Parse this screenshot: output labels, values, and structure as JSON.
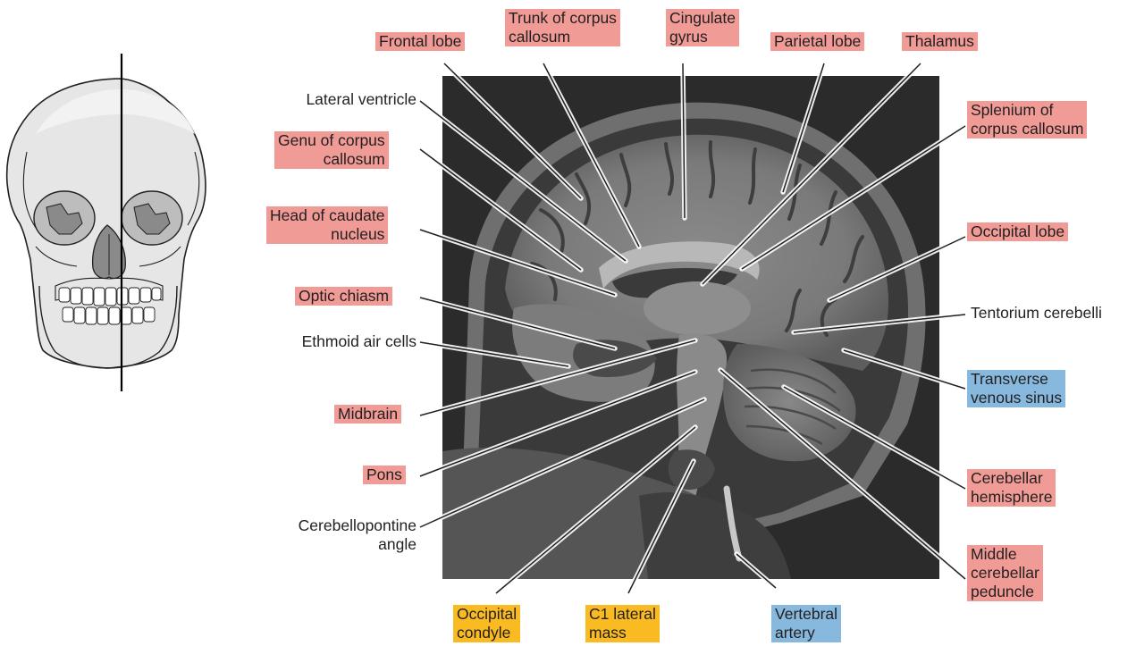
{
  "colors": {
    "pink": "#f09b96",
    "blue": "#87b9de",
    "yellow": "#f9bb21",
    "mri_background": "#2b2b2b"
  },
  "labels": {
    "frontal_lobe": [
      "Frontal lobe"
    ],
    "trunk_corpus_callosum": [
      "Trunk of corpus",
      "callosum"
    ],
    "cingulate_gyrus": [
      "Cingulate",
      "gyrus"
    ],
    "parietal_lobe": [
      "Parietal lobe"
    ],
    "thalamus": [
      "Thalamus"
    ],
    "lateral_ventricle": [
      "Lateral ventricle"
    ],
    "splenium": [
      "Splenium of",
      "corpus callosum"
    ],
    "genu": [
      "Genu of corpus",
      "callosum"
    ],
    "head_caudate": [
      "Head of caudate",
      "nucleus"
    ],
    "occipital_lobe": [
      "Occipital lobe"
    ],
    "optic_chiasm": [
      "Optic chiasm"
    ],
    "tentorium": [
      "Tentorium cerebelli"
    ],
    "ethmoid": [
      "Ethmoid air cells"
    ],
    "transverse_sinus": [
      "Transverse",
      "venous sinus"
    ],
    "midbrain": [
      "Midbrain"
    ],
    "pons": [
      "Pons"
    ],
    "cerebellar_hemisphere": [
      "Cerebellar",
      "hemisphere"
    ],
    "cerebellopontine": [
      "Cerebellopontine",
      "angle"
    ],
    "middle_peduncle": [
      "Middle",
      "cerebellar",
      "peduncle"
    ],
    "occipital_condyle": [
      "Occipital",
      "condyle"
    ],
    "c1_lateral_mass": [
      "C1 lateral",
      "mass"
    ],
    "vertebral_artery": [
      "Vertebral",
      "artery"
    ]
  }
}
